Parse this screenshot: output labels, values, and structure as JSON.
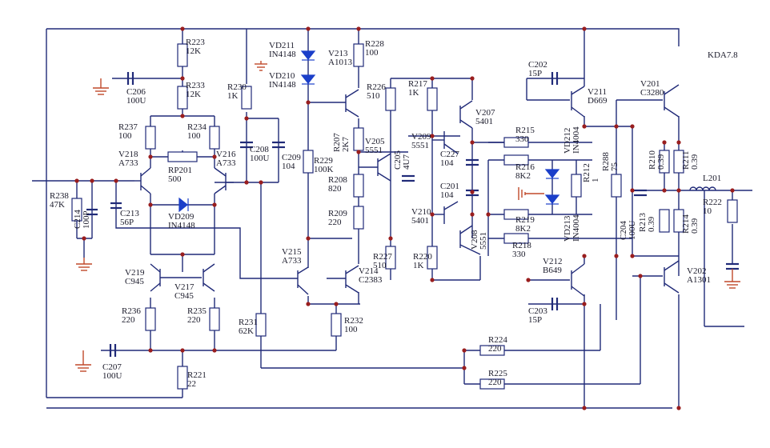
{
  "title_fragment": "KDA7.8",
  "components": [
    {
      "id": "r223",
      "ref": "R223",
      "val": "12K"
    },
    {
      "id": "r233",
      "ref": "R233",
      "val": "12K"
    },
    {
      "id": "c206",
      "ref": "C206",
      "val": "100U"
    },
    {
      "id": "vd211",
      "ref": "VD211",
      "val": "IN4148"
    },
    {
      "id": "vd210",
      "ref": "VD210",
      "val": "IN4148"
    },
    {
      "id": "r228",
      "ref": "R228",
      "val": "100"
    },
    {
      "id": "v213",
      "ref": "V213",
      "val": "A1013"
    },
    {
      "id": "r226",
      "ref": "R226",
      "val": "510"
    },
    {
      "id": "r217",
      "ref": "R217",
      "val": "1K"
    },
    {
      "id": "c202",
      "ref": "C202",
      "val": "15P"
    },
    {
      "id": "v211",
      "ref": "V211",
      "val": "D669"
    },
    {
      "id": "v201",
      "ref": "V201",
      "val": "C3280"
    },
    {
      "id": "r230",
      "ref": "R230",
      "val": "1K"
    },
    {
      "id": "r237",
      "ref": "R237",
      "val": "100"
    },
    {
      "id": "r234",
      "ref": "R234",
      "val": "100"
    },
    {
      "id": "v218",
      "ref": "V218",
      "val": "A733"
    },
    {
      "id": "rp201",
      "ref": "RP201",
      "val": "500"
    },
    {
      "id": "v216",
      "ref": "V216",
      "val": "A733"
    },
    {
      "id": "c208",
      "ref": "C208",
      "val": "100U"
    },
    {
      "id": "c209",
      "ref": "C209",
      "val": "104"
    },
    {
      "id": "r229",
      "ref": "R229",
      "val": "100K"
    },
    {
      "id": "r207",
      "ref": "R207",
      "val": "2K7"
    },
    {
      "id": "v205",
      "ref": "V205",
      "val": "5551"
    },
    {
      "id": "c205",
      "ref": "C205",
      "val": "4U7"
    },
    {
      "id": "v207",
      "ref": "V207",
      "val": "5401"
    },
    {
      "id": "v209",
      "ref": "V209",
      "val": "5551"
    },
    {
      "id": "r215",
      "ref": "R215",
      "val": "330"
    },
    {
      "id": "vd212",
      "ref": "VD212",
      "val": "IN4004"
    },
    {
      "id": "c227",
      "ref": "C227",
      "val": "104"
    },
    {
      "id": "r216",
      "ref": "R216",
      "val": "8K2"
    },
    {
      "id": "r212",
      "ref": "R212",
      "val": "1"
    },
    {
      "id": "r288",
      "ref": "R288",
      "val": "75"
    },
    {
      "id": "r210",
      "ref": "R210",
      "val": "0.39"
    },
    {
      "id": "r211",
      "ref": "R211",
      "val": "0.39"
    },
    {
      "id": "l201",
      "ref": "L201",
      "val": ""
    },
    {
      "id": "r222",
      "ref": "R222",
      "val": "10"
    },
    {
      "id": "r238",
      "ref": "R238",
      "val": "47K"
    },
    {
      "id": "c214",
      "ref": "C214",
      "val": "100P"
    },
    {
      "id": "c213",
      "ref": "C213",
      "val": "56P"
    },
    {
      "id": "vd209",
      "ref": "VD209",
      "val": "IN4148"
    },
    {
      "id": "r208",
      "ref": "R208",
      "val": "820"
    },
    {
      "id": "r209",
      "ref": "R209",
      "val": "220"
    },
    {
      "id": "c201",
      "ref": "C201",
      "val": "104"
    },
    {
      "id": "v210",
      "ref": "V210",
      "val": "5401"
    },
    {
      "id": "r219",
      "ref": "R219",
      "val": "8K2"
    },
    {
      "id": "vd213",
      "ref": "VD213",
      "val": "IN4004"
    },
    {
      "id": "c204",
      "ref": "C204",
      "val": "100U"
    },
    {
      "id": "r213",
      "ref": "R213",
      "val": "0.39"
    },
    {
      "id": "r214",
      "ref": "R214",
      "val": "0.39"
    },
    {
      "id": "v208",
      "ref": "V208",
      "val": "5551"
    },
    {
      "id": "r218",
      "ref": "R218",
      "val": "330"
    },
    {
      "id": "v215",
      "ref": "V215",
      "val": "A733"
    },
    {
      "id": "v214",
      "ref": "V214",
      "val": "C2383"
    },
    {
      "id": "r227",
      "ref": "R227",
      "val": "510"
    },
    {
      "id": "r220",
      "ref": "R220",
      "val": "1K"
    },
    {
      "id": "v212",
      "ref": "V212",
      "val": "B649"
    },
    {
      "id": "v202",
      "ref": "V202",
      "val": "A1301"
    },
    {
      "id": "v219",
      "ref": "V219",
      "val": "C945"
    },
    {
      "id": "v217",
      "ref": "V217",
      "val": "C945"
    },
    {
      "id": "r236",
      "ref": "R236",
      "val": "220"
    },
    {
      "id": "r235",
      "ref": "R235",
      "val": "220"
    },
    {
      "id": "r231",
      "ref": "R231",
      "val": "62K"
    },
    {
      "id": "r232",
      "ref": "R232",
      "val": "100"
    },
    {
      "id": "c203",
      "ref": "C203",
      "val": "15P"
    },
    {
      "id": "c207",
      "ref": "C207",
      "val": "100U"
    },
    {
      "id": "r221",
      "ref": "R221",
      "val": "22"
    },
    {
      "id": "r224",
      "ref": "R224",
      "val": "220"
    },
    {
      "id": "r225",
      "ref": "R225",
      "val": "220"
    }
  ],
  "colors": {
    "wire": "#202a78",
    "node": "#9a1e1e",
    "diode": "#1b3fc9",
    "ground": "#c0492a"
  }
}
